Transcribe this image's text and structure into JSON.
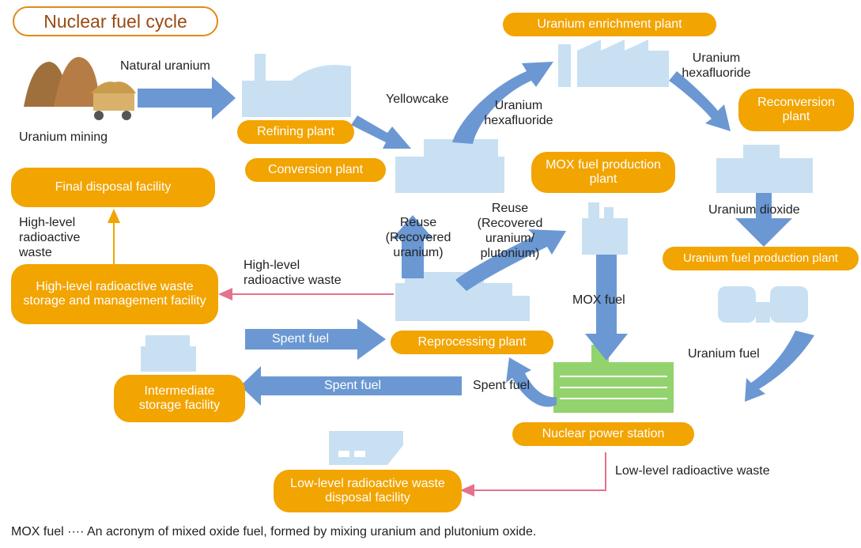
{
  "title": "Nuclear fuel cycle",
  "colors": {
    "facility": "#f2a400",
    "flow_arrow": "#6b98d3",
    "plant_icon": "#c8e0f2",
    "power_station": "#92d36e",
    "waste_arrow": "#e5728a",
    "waste_arrow_orange": "#f2a400",
    "mine": "#a0703c"
  },
  "nodes": {
    "uranium_mining": "Uranium mining",
    "refining_plant": "Refining plant",
    "conversion_plant": "Conversion plant",
    "uranium_enrichment_plant": "Uranium enrichment plant",
    "reconversion_plant": "Reconversion plant",
    "uranium_fuel_production_plant": "Uranium fuel production plant",
    "mox_fuel_production_plant": "MOX fuel production plant",
    "final_disposal_facility": "Final disposal facility",
    "hlw_storage_facility": "High-level radioactive waste storage and management facility",
    "reprocessing_plant": "Reprocessing plant",
    "intermediate_storage_facility": "Intermediate storage facility",
    "nuclear_power_station": "Nuclear power station",
    "llw_disposal_facility": "Low-level radioactive waste disposal facility"
  },
  "flows": {
    "natural_uranium": "Natural uranium",
    "yellowcake": "Yellowcake",
    "uranium_hexafluoride_1": "Uranium hexafluoride",
    "uranium_hexafluoride_2": "Uranium hexafluoride",
    "uranium_dioxide": "Uranium dioxide",
    "uranium_fuel": "Uranium fuel",
    "mox_fuel": "MOX fuel",
    "spent_fuel_1": "Spent fuel",
    "spent_fuel_2": "Spent fuel",
    "spent_fuel_3": "Spent fuel",
    "reuse_uranium": "Reuse (Recovered uranium)",
    "reuse_uranium_plutonium": "Reuse (Recovered uranium/ plutonium)",
    "hlw_to_storage": "High-level radioactive waste",
    "hlw_to_final": "High-level radioactive waste",
    "llw": "Low-level radioactive waste"
  },
  "footnote": "MOX fuel ···· An acronym of mixed oxide fuel, formed by mixing uranium and plutonium oxide."
}
